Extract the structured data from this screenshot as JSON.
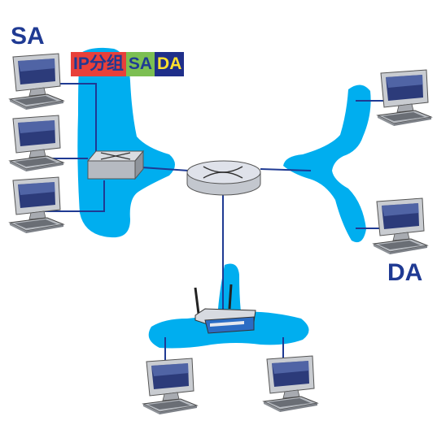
{
  "labels": {
    "source": "SA",
    "destination": "DA"
  },
  "packet": {
    "payload": "IP分组",
    "sa": "SA",
    "da": "DA",
    "colors": {
      "payload_bg": "#e8403a",
      "payload_fg": "#1f3a93",
      "sa_bg": "#7cbf52",
      "sa_fg": "#1f3a93",
      "da_bg": "#1f2f8a",
      "da_fg": "#ffe12e"
    }
  },
  "colors": {
    "network_blob": "#00aeef",
    "link": "#1f3a93",
    "label": "#1f3a93"
  }
}
